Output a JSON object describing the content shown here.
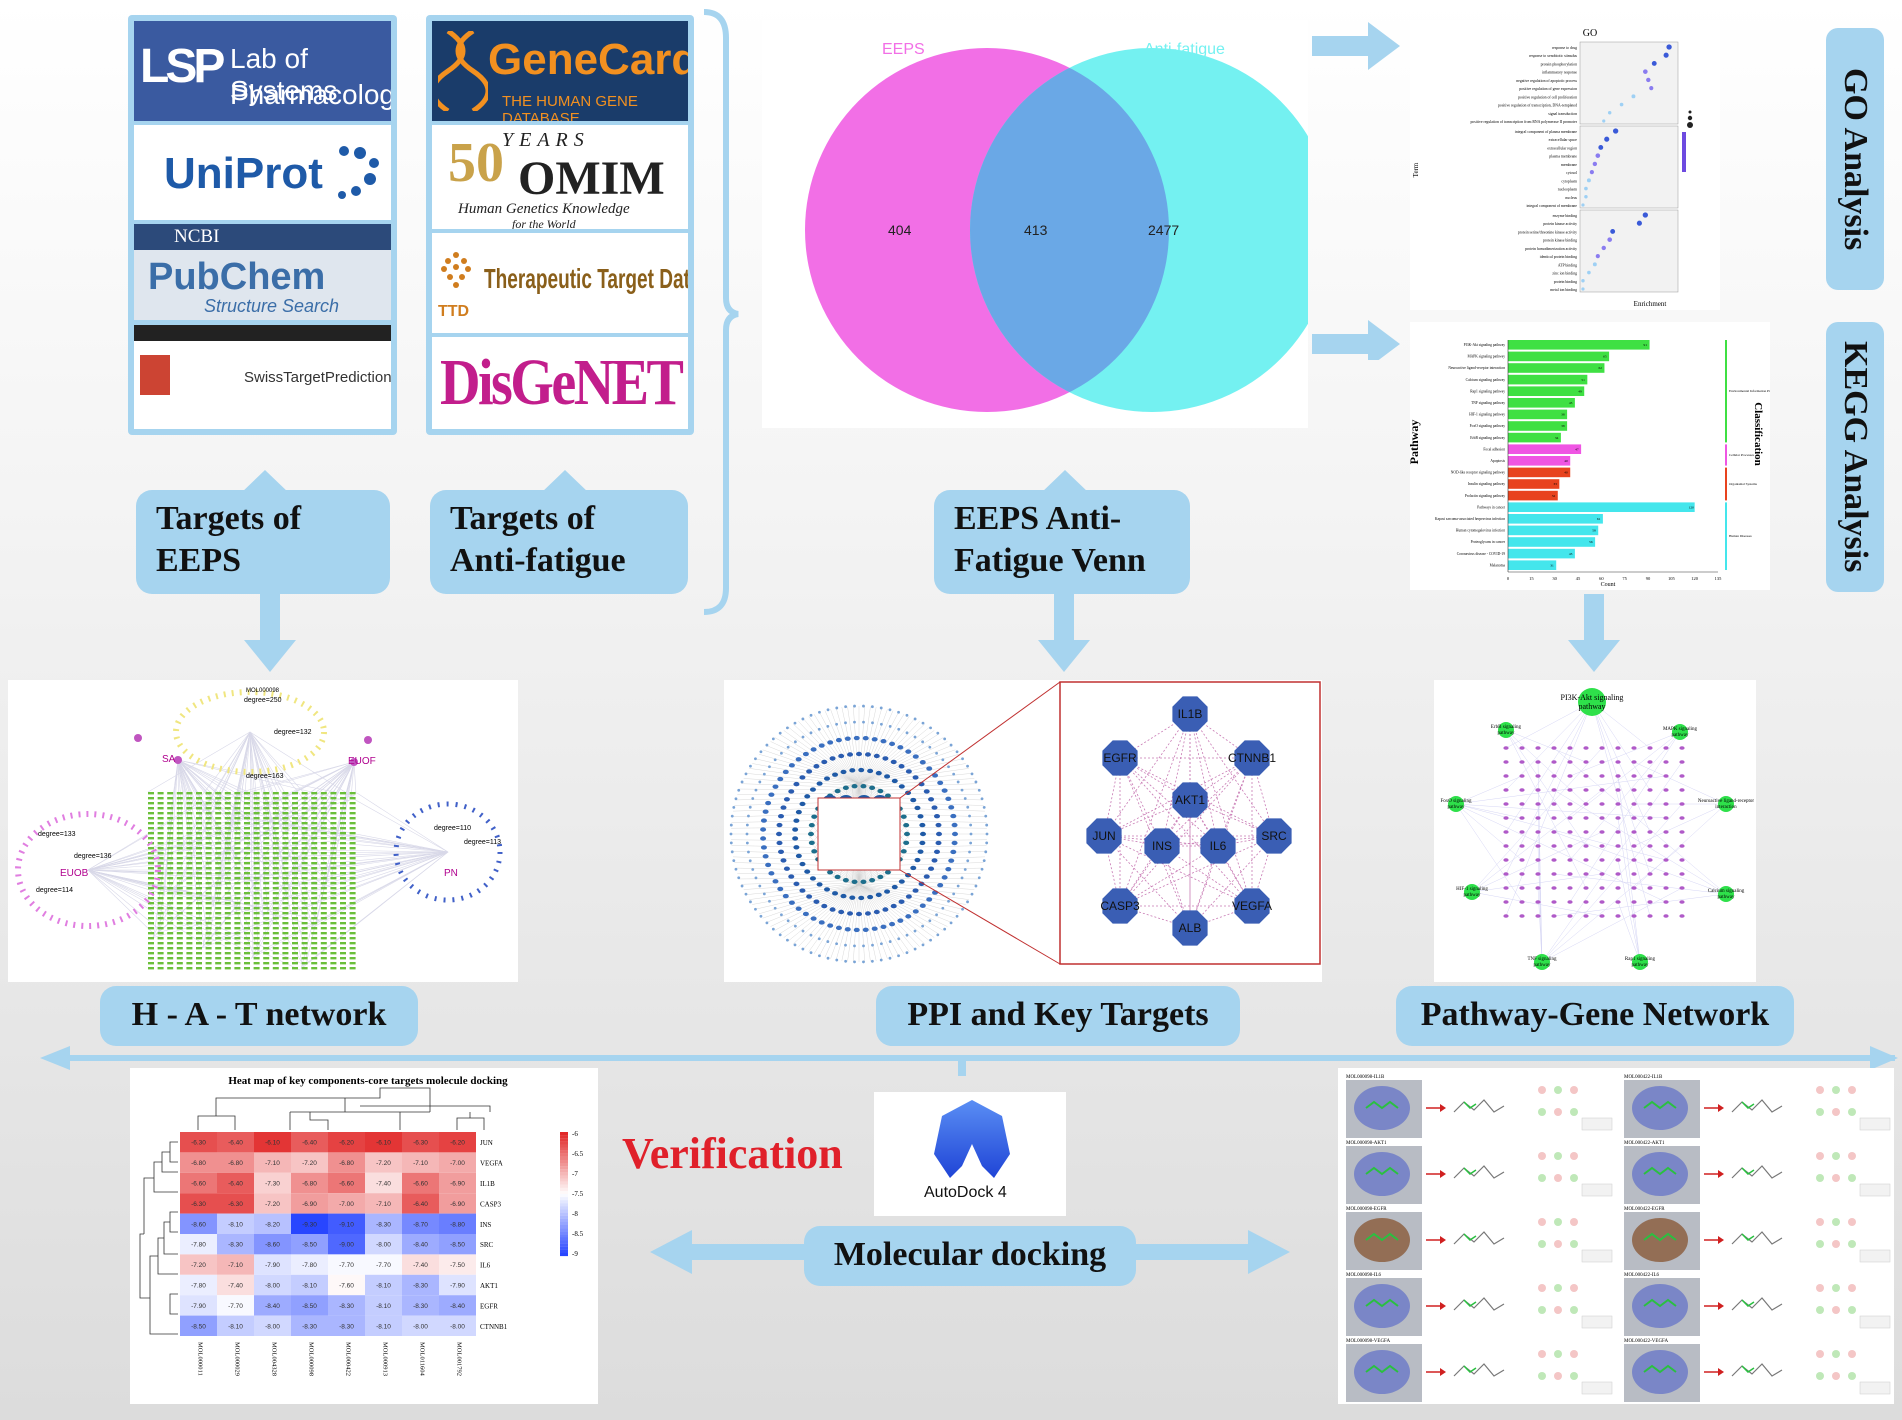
{
  "databases": {
    "lsp": {
      "line1": "Lab of Systems",
      "line2": "Pharmacology",
      "logo": "LSP"
    },
    "uniprot": "UniProt",
    "ncbi": "NCBI",
    "pubchem": {
      "name": "PubChem",
      "sub": "Structure Search"
    },
    "swiss": "SwissTargetPrediction",
    "genecards": {
      "name": "GeneCards",
      "sub": "THE HUMAN GENE DATABASE"
    },
    "omim": {
      "years": "YEARS",
      "name": "OMIM",
      "sub1": "Human Genetics Knowledge",
      "sub2": "for the World"
    },
    "ttd": {
      "abbr": "TTD",
      "name": "Therapeutic Target Database"
    },
    "disgenet": "DisGeNET"
  },
  "labels": {
    "targets_eeps": "Targets of EEPS",
    "targets_antifatigue": "Targets of Anti-fatigue",
    "venn_label": "EEPS Anti-Fatigue Venn",
    "go_tab": "GO Analysis",
    "kegg_tab": "KEGG Analysis",
    "hat_network": "H - A - T network",
    "ppi": "PPI and Key Targets",
    "pathway_gene": "Pathway-Gene Network",
    "molecular_docking": "Molecular docking",
    "verification": "Verification",
    "autodock": "AutoDock 4"
  },
  "venn": {
    "left_name": "EEPS",
    "right_name": "Anti-fatigue",
    "left_only": "404",
    "overlap": "413",
    "right_only": "2477",
    "colors": {
      "left": "#f26fe6",
      "right": "#74f1f1",
      "overlap": "#6aa8e6"
    }
  },
  "go_panel": {
    "title": "GO",
    "ylabel": "Term",
    "xlabel": "Enrichment",
    "bp_terms": [
      "response to drug",
      "response to xenobiotic stimulus",
      "protein phosphorylation",
      "inflammatory response",
      "negative regulation of apoptotic process",
      "positive regulation of gene expression",
      "positive regulation of cell proliferation",
      "positive regulation of transcription, DNA-templated",
      "signal transduction",
      "positive regulation of transcription from RNA polymerase II promoter"
    ],
    "cc_terms": [
      "integral component of plasma membrane",
      "extracellular space",
      "extracellular region",
      "plasma membrane",
      "membrane",
      "cytosol",
      "cytoplasm",
      "nucleoplasm",
      "nucleus",
      "integral component of membrane"
    ],
    "mf_terms": [
      "enzyme binding",
      "protein kinase activity",
      "protein serine/threonine kinase activity",
      "protein kinase binding",
      "protein homodimerization activity",
      "identical protein binding",
      "ATP binding",
      "zinc ion binding",
      "protein binding",
      "metal ion binding"
    ]
  },
  "kegg_panel": {
    "ylabel": "Pathway",
    "xlabel": "Count",
    "classification": "Classification",
    "pathways": [
      {
        "name": "PI3K-Akt signaling pathway",
        "value": 91,
        "cls": "env"
      },
      {
        "name": "MAPK signaling pathway",
        "value": 65,
        "cls": "env"
      },
      {
        "name": "Neuroactive ligand-receptor interaction",
        "value": 62,
        "cls": "env"
      },
      {
        "name": "Calcium signaling pathway",
        "value": 51,
        "cls": "env"
      },
      {
        "name": "Rap1 signaling pathway",
        "value": 49,
        "cls": "env"
      },
      {
        "name": "TNF signaling pathway",
        "value": 43,
        "cls": "env"
      },
      {
        "name": "HIF-1 signaling pathway",
        "value": 38,
        "cls": "env"
      },
      {
        "name": "FoxO signaling pathway",
        "value": 38,
        "cls": "env"
      },
      {
        "name": "ErbB signaling pathway",
        "value": 34,
        "cls": "env"
      },
      {
        "name": "Focal adhesion",
        "value": 47,
        "cls": "cell"
      },
      {
        "name": "Apoptosis",
        "value": 40,
        "cls": "cell"
      },
      {
        "name": "NOD-like receptor signaling pathway",
        "value": 40,
        "cls": "org"
      },
      {
        "name": "Insulin signaling pathway",
        "value": 33,
        "cls": "org"
      },
      {
        "name": "Prolactin signaling pathway",
        "value": 32,
        "cls": "org"
      },
      {
        "name": "Pathways in cancer",
        "value": 120,
        "cls": "dis"
      },
      {
        "name": "Kaposi sarcoma-associated herpesvirus infection",
        "value": 61,
        "cls": "dis"
      },
      {
        "name": "Human cytomegalovirus infection",
        "value": 58,
        "cls": "dis"
      },
      {
        "name": "Proteoglycans in cancer",
        "value": 56,
        "cls": "dis"
      },
      {
        "name": "Coronavirus disease - COVID-19",
        "value": 43,
        "cls": "dis"
      },
      {
        "name": "Melanoma",
        "value": 31,
        "cls": "dis"
      }
    ],
    "xticks": [
      "0",
      "15",
      "30",
      "45",
      "60",
      "75",
      "90",
      "105",
      "120",
      "135"
    ],
    "classes": {
      "env": "Environmental Information Processing",
      "cell": "Cellular Processes",
      "org": "Organismal Systems",
      "dis": "Human Diseases"
    },
    "colors": {
      "env": "#3fe043",
      "cell": "#ef55e3",
      "org": "#e8431e",
      "dis": "#44e6ec"
    }
  },
  "hat": {
    "nodes": [
      "SA",
      "EUOF",
      "EUOB",
      "PN"
    ],
    "degrees": [
      "degree=250",
      "degree=132",
      "degree=163",
      "degree=133",
      "degree=136",
      "degree=114",
      "degree=110",
      "degree=113"
    ],
    "top_mol": "MOL000098"
  },
  "ppi": {
    "key_targets": [
      "IL1B",
      "EGFR",
      "CTNNB1",
      "AKT1",
      "JUN",
      "SRC",
      "INS",
      "IL6",
      "CASP3",
      "VEGFA",
      "ALB"
    ]
  },
  "pathway_gene": {
    "pathways": [
      "PI3K-Akt signaling pathway",
      "MAPK signaling pathway",
      "Neuroactive ligand-receptor interaction",
      "Calcium signaling pathway",
      "Rap1 signaling pathway",
      "TNF signaling pathway",
      "HIF-1 signaling pathway",
      "FoxO signaling pathway",
      "ErbB signaling pathway"
    ]
  },
  "heatmap": {
    "title": "Heat map of key components-core targets molecule docking",
    "rows": [
      "JUN",
      "VEGFA",
      "IL1B",
      "CASP3",
      "INS",
      "SRC",
      "IL6",
      "AKT1",
      "EGFR",
      "CTNNB1"
    ],
    "cols": [
      "MOL000011",
      "MOL000029",
      "MOL004328",
      "MOL000098",
      "MOL000422",
      "MOL000913",
      "MOL011604",
      "MOL001792"
    ],
    "values": [
      [
        -6.3,
        -6.4,
        -6.1,
        -6.4,
        -6.2,
        -6.1,
        -6.3,
        -6.2
      ],
      [
        -6.8,
        -6.8,
        -7.1,
        -7.2,
        -6.8,
        -7.2,
        -7.1,
        -7.0
      ],
      [
        -6.6,
        -6.4,
        -7.3,
        -6.8,
        -6.6,
        -7.4,
        -6.6,
        -6.9
      ],
      [
        -6.3,
        -6.3,
        -7.2,
        -6.9,
        -7.0,
        -7.1,
        -6.4,
        -6.9
      ],
      [
        -8.6,
        -8.1,
        -8.2,
        -9.3,
        -9.1,
        -8.3,
        -8.7,
        -8.8
      ],
      [
        -7.8,
        -8.3,
        -8.6,
        -8.5,
        -9.0,
        -8.0,
        -8.4,
        -8.5
      ],
      [
        -7.2,
        -7.1,
        -7.9,
        -7.8,
        -7.7,
        -7.7,
        -7.4,
        -7.5
      ],
      [
        -7.8,
        -7.4,
        -8.0,
        -8.1,
        -7.6,
        -8.1,
        -8.3,
        -7.9
      ],
      [
        -7.9,
        -7.7,
        -8.4,
        -8.5,
        -8.3,
        -8.1,
        -8.3,
        -8.4
      ],
      [
        -8.5,
        -8.1,
        -8.0,
        -8.3,
        -8.3,
        -8.1,
        -8.0,
        -8.0
      ]
    ],
    "scale_ticks": [
      "-6",
      "-6.5",
      "-7",
      "-7.5",
      "-8",
      "-8.5",
      "-9"
    ],
    "color_range": [
      -9.3,
      -6.0
    ]
  },
  "docking_images": {
    "captions": [
      "MOL000098-IL1B",
      "MOL000422-IL1B",
      "MOL000098-AKT1",
      "MOL000422-AKT1",
      "MOL000098-EGFR",
      "MOL000422-EGFR",
      "MOL000098-IL6",
      "MOL000422-IL6",
      "MOL000098-VEGFA",
      "MOL000422-VEGFA"
    ]
  }
}
